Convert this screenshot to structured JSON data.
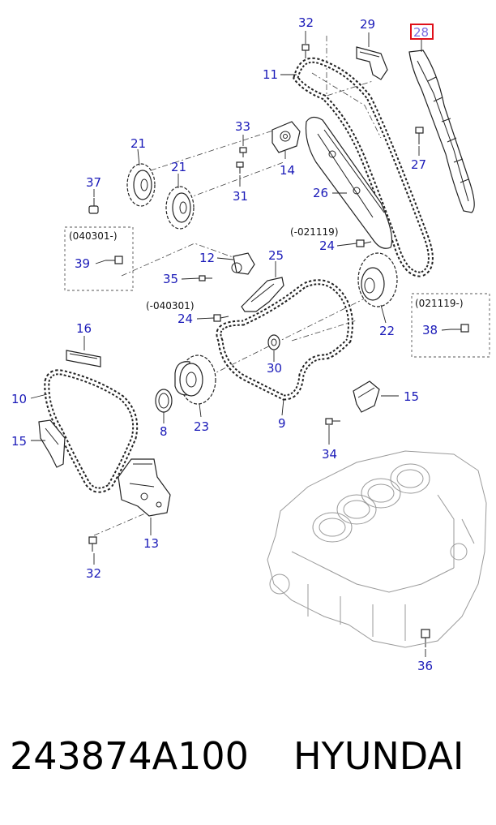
{
  "highlighted_callout": "28",
  "callouts": {
    "c32_top": "32",
    "c29": "29",
    "c28": "28",
    "c11": "11",
    "c33": "33",
    "c21_left": "21",
    "c21_right": "21",
    "c14": "14",
    "c27": "27",
    "c37": "37",
    "c31": "31",
    "c26": "26",
    "c24_top": "24",
    "c39": "39",
    "c12": "12",
    "c25": "25",
    "c35": "35",
    "c24_mid": "24",
    "c22": "22",
    "c38": "38",
    "c16": "16",
    "c30": "30",
    "c10": "10",
    "c15_right": "15",
    "c8": "8",
    "c23": "23",
    "c9": "9",
    "c15_left": "15",
    "c34": "34",
    "c13": "13",
    "c32_bottom": "32",
    "c36": "36"
  },
  "notes": {
    "date_040301_box": "(040301-)",
    "date_021119_top": "(-021119)",
    "date_040301_mid": "(-040301)",
    "date_021119_box": "(021119-)"
  },
  "footer": {
    "part_number": "243874A100",
    "brand": "HYUNDAI"
  },
  "colors": {
    "callout_text": "#1a1ab8",
    "highlight_box": "#e0101a",
    "highlight_text": "#7a6ae0",
    "line_art": "#222222",
    "engine_block": "#9a9a9a"
  }
}
